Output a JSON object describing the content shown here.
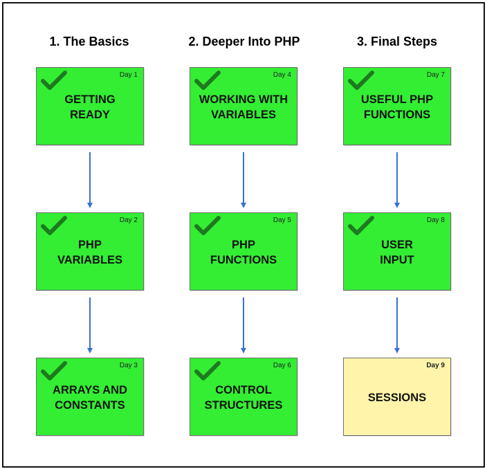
{
  "colors": {
    "done": "#33ee33",
    "pending": "#fff4aa",
    "arrow": "#3a6fd0",
    "check": "#1e7a1e"
  },
  "columns": [
    {
      "header": "1. The Basics",
      "cards": [
        {
          "day": "Day 1",
          "line1": "GETTING",
          "line2": "READY",
          "status": "done",
          "icon": "checkmark-icon"
        },
        {
          "day": "Day 2",
          "line1": "PHP",
          "line2": "VARIABLES",
          "status": "done",
          "icon": "checkmark-icon"
        },
        {
          "day": "Day 3",
          "line1": "ARRAYS AND",
          "line2": "CONSTANTS",
          "status": "done",
          "icon": "checkmark-icon"
        }
      ]
    },
    {
      "header": "2. Deeper Into PHP",
      "cards": [
        {
          "day": "Day 4",
          "line1": "WORKING WITH",
          "line2": "VARIABLES",
          "status": "done",
          "icon": "checkmark-icon"
        },
        {
          "day": "Day 5",
          "line1": "PHP",
          "line2": "FUNCTIONS",
          "status": "done",
          "icon": "checkmark-icon"
        },
        {
          "day": "Day 6",
          "line1": "CONTROL",
          "line2": "STRUCTURES",
          "status": "done",
          "icon": "checkmark-icon"
        }
      ]
    },
    {
      "header": "3. Final Steps",
      "cards": [
        {
          "day": "Day 7",
          "line1": "USEFUL PHP",
          "line2": "FUNCTIONS",
          "status": "done",
          "icon": "checkmark-icon"
        },
        {
          "day": "Day 8",
          "line1": "USER",
          "line2": "INPUT",
          "status": "done",
          "icon": "checkmark-icon"
        },
        {
          "day": "Day 9",
          "line1": "SESSIONS",
          "line2": "",
          "status": "pending",
          "icon": ""
        }
      ]
    }
  ]
}
